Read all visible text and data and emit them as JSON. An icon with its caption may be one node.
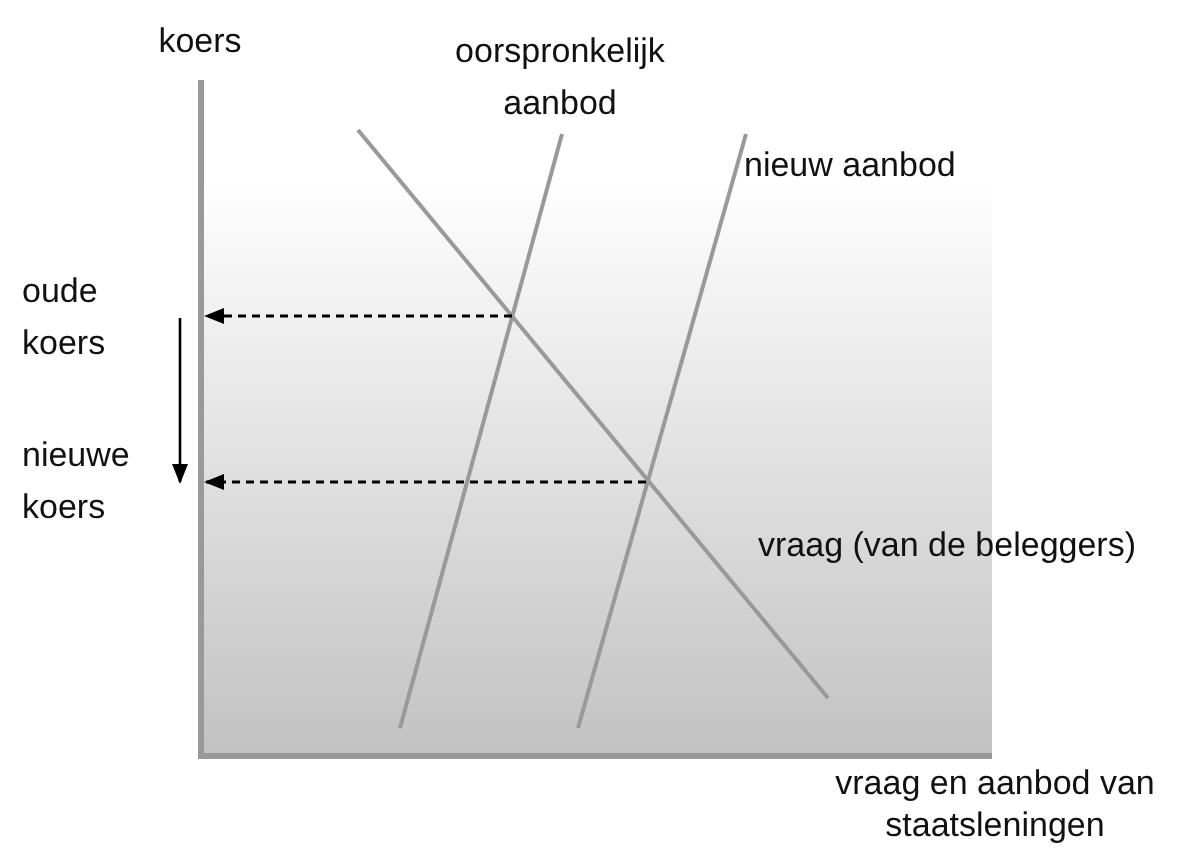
{
  "diagram": {
    "labels": [
      "koers",
      "oorspronkelijk aanbod",
      "nieuw aanbod",
      "oude koers",
      "nieuwe koers",
      "vraag (van de beleggers)",
      "vraag en aanbod van staatsleningen"
    ]
  }
}
